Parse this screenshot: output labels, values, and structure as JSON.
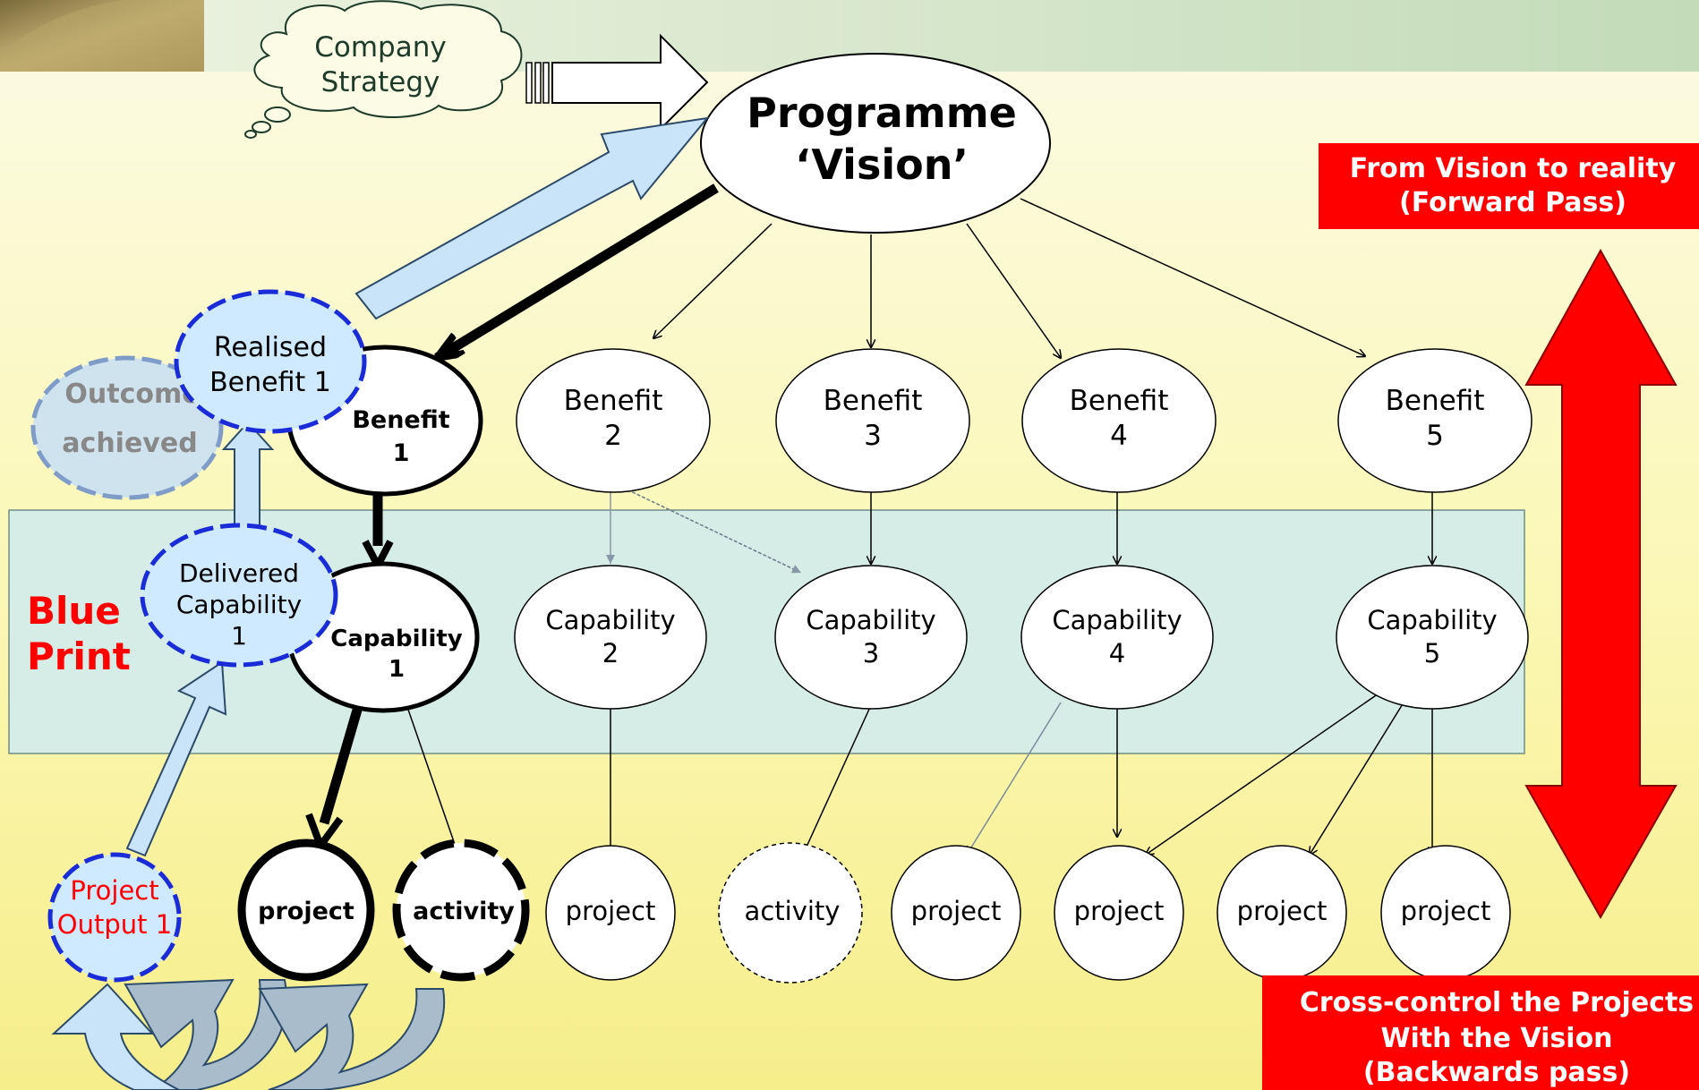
{
  "title": {
    "line1": "Programme",
    "line2": "‘Vision’"
  },
  "strategy": {
    "line1": "Company",
    "line2": "Strategy"
  },
  "forward_box": {
    "line1": "From Vision to reality",
    "line2": "(Forward Pass)"
  },
  "backward_box": {
    "line1": "Cross-control the Projects",
    "line2": "With the Vision",
    "line3": "(Backwards pass)"
  },
  "blueprint_label": {
    "line1": "Blue",
    "line2": "Print"
  },
  "realised": {
    "line1": "Realised",
    "line2": "Benefit 1"
  },
  "outcome": {
    "line1": "Outcome",
    "line2": "achieved"
  },
  "delivered": {
    "line1": "Delivered",
    "line2": "Capability",
    "line3": "1"
  },
  "project_output": {
    "line1": "Project",
    "line2": "Output 1"
  },
  "benefits": [
    {
      "line1": "Benefit",
      "line2": "1"
    },
    {
      "line1": "Benefit",
      "line2": "2"
    },
    {
      "line1": "Benefit",
      "line2": "3"
    },
    {
      "line1": "Benefit",
      "line2": "4"
    },
    {
      "line1": "Benefit",
      "line2": "5"
    }
  ],
  "capabilities": [
    {
      "line1": "Capability",
      "line2": "1"
    },
    {
      "line1": "Capability",
      "line2": "2"
    },
    {
      "line1": "Capability",
      "line2": "3"
    },
    {
      "line1": "Capability",
      "line2": "4"
    },
    {
      "line1": "Capability",
      "line2": "5"
    }
  ],
  "bottom": [
    {
      "label": "project"
    },
    {
      "label": "activity"
    },
    {
      "label": "project"
    },
    {
      "label": "activity"
    },
    {
      "label": "project"
    },
    {
      "label": "project"
    },
    {
      "label": "project"
    },
    {
      "label": "project"
    }
  ],
  "colors": {
    "red": "#ff0000",
    "dashed_blue": "#1a2bd8",
    "light_blue_fill": "#cfe9ff",
    "arrow_blue_fill": "#c9e4f8",
    "blueprint_fill": "#d6ece6"
  }
}
